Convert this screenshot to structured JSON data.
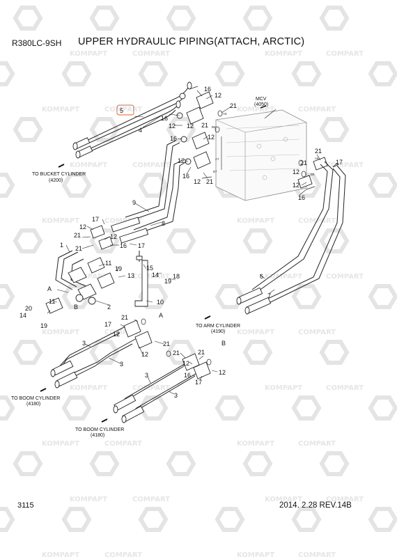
{
  "header": {
    "model": "R380LC-9SH",
    "title": "UPPER HYDRAULIC PIPING(ATTACH, ARCTIC)"
  },
  "footer": {
    "page": "3115",
    "revision": "2014. 2.28  REV.14B"
  },
  "watermark": {
    "komp": "KOMPAPT",
    "comp": "COMPART"
  },
  "callouts": {
    "bucket_cylinder": {
      "title": "TO BUCKET CYLINDER",
      "code": "(4200)"
    },
    "mcv": {
      "title": "MCV",
      "code": "(4050)"
    },
    "arm_cylinder": {
      "title": "TO ARM CYLINDER",
      "code": "(4190)"
    },
    "boom_cylinder_1": {
      "title": "TO BOOM CYLINDER",
      "code": "(4180)"
    },
    "boom_cylinder_2": {
      "title": "TO BOOM CYLINDER",
      "code": "(4180)"
    }
  },
  "port_labels": {
    "a8": "A8",
    "b8": "B8",
    "a7": "A7",
    "b7": "B7",
    "a6": "A6",
    "b6": "B6"
  },
  "views": {
    "a": "A",
    "b": "B"
  },
  "parts": {
    "p1": "1",
    "p2": "2",
    "p3": "3",
    "p4": "4",
    "p5": "5",
    "p6": "6",
    "p7": "7",
    "p8": "8",
    "p9": "9",
    "p10": "10",
    "p11": "11",
    "p12": "12",
    "p13": "13",
    "p14": "14",
    "p15": "15",
    "p16": "16",
    "p17": "17",
    "p18": "18",
    "p19": "19",
    "p20": "20",
    "p21": "21"
  }
}
